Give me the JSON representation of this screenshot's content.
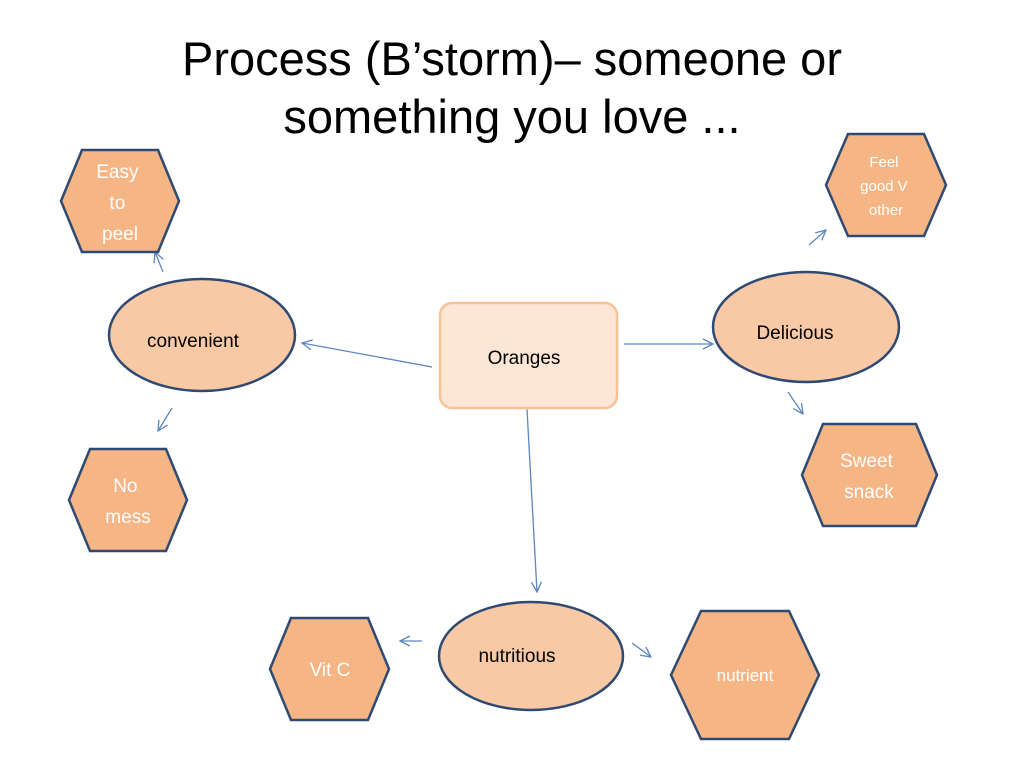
{
  "title": {
    "line1": "Process (B’storm)– someone or",
    "line2": "something you love ..."
  },
  "colors": {
    "node_fill": "#f9c9a5",
    "center_fill": "#fde6d5",
    "center_border": "#f6c399",
    "hex_fill": "#f6b584",
    "node_border": "#2f4a72",
    "arrow": "#5b86c2",
    "hex_text": "#ffffff"
  },
  "diagram": {
    "center": {
      "label": "Oranges"
    },
    "branches": [
      {
        "label": "convenient",
        "children": [
          "Easy to peel",
          "No mess"
        ]
      },
      {
        "label": "Delicious",
        "children": [
          "Feel good V other",
          "Sweet snack"
        ]
      },
      {
        "label": "nutritious",
        "children": [
          "Vit C",
          "nutrient"
        ]
      }
    ]
  }
}
